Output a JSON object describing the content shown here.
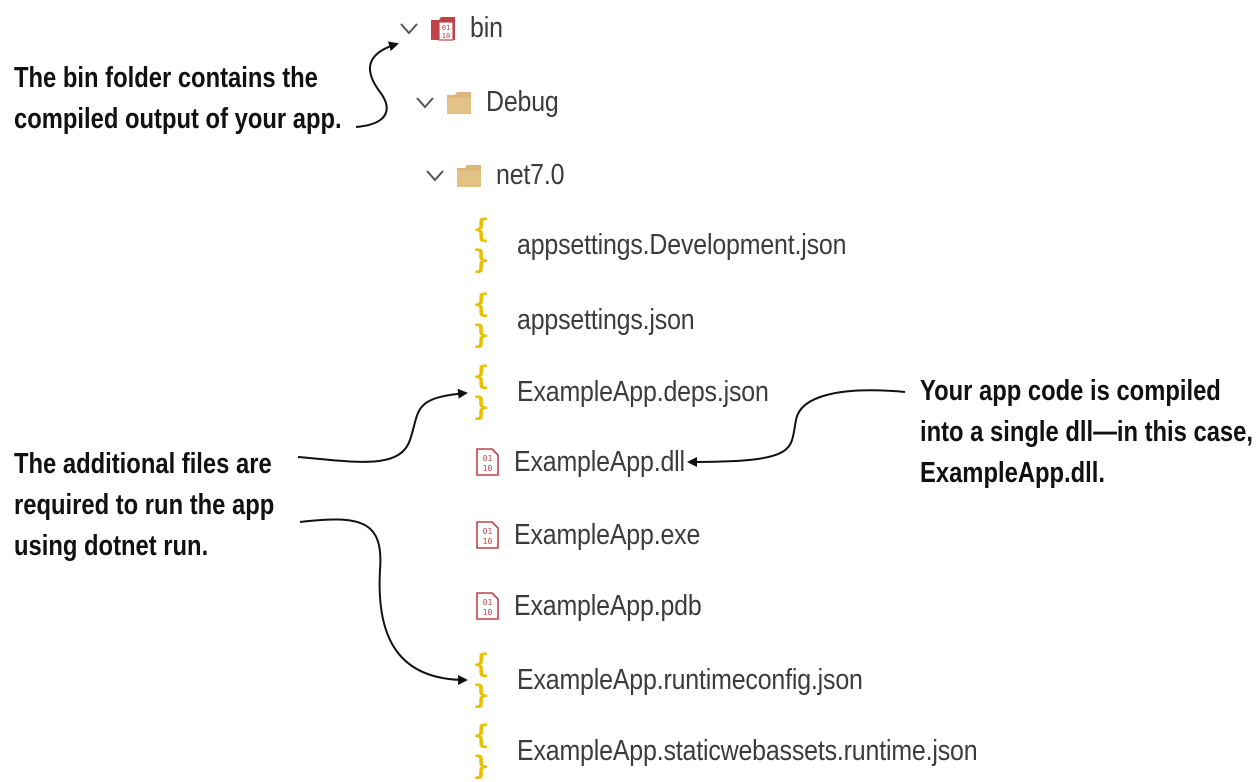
{
  "tree": {
    "bin": "bin",
    "debug": "Debug",
    "net": "net7.0",
    "files": [
      {
        "name": "appsettings.Development.json",
        "type": "json"
      },
      {
        "name": "appsettings.json",
        "type": "json"
      },
      {
        "name": "ExampleApp.deps.json",
        "type": "json"
      },
      {
        "name": "ExampleApp.dll",
        "type": "binary"
      },
      {
        "name": "ExampleApp.exe",
        "type": "binary"
      },
      {
        "name": "ExampleApp.pdb",
        "type": "binary"
      },
      {
        "name": "ExampleApp.runtimeconfig.json",
        "type": "json"
      },
      {
        "name": "ExampleApp.staticwebassets.runtime.json",
        "type": "json"
      }
    ]
  },
  "callouts": {
    "bin_folder": [
      "The bin folder contains the",
      "compiled output of your app."
    ],
    "additional_files": [
      "The additional files are",
      "required to run the app",
      "using dotnet run."
    ],
    "app_code": [
      "Your app code is compiled",
      "into a single dll—in this case,",
      "ExampleApp.dll."
    ]
  },
  "icons": {
    "json_glyph": "{ }",
    "binary_glyph": "01 10",
    "json_color": "#e8c000",
    "binary_color": "#c0434a",
    "folder_color": "#dcb67a"
  }
}
